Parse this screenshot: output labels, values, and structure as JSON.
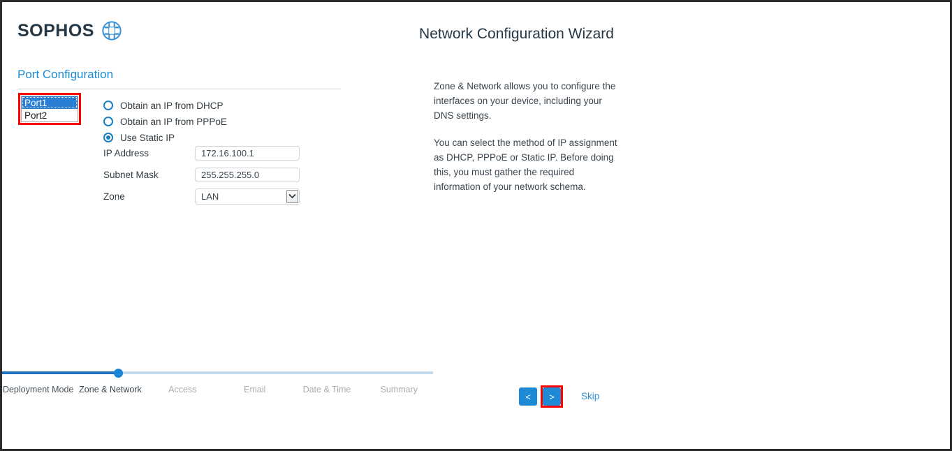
{
  "brand": {
    "name": "SOPHOS",
    "mark": "sophos-globe-icon"
  },
  "header": {
    "title": "Network Configuration Wizard"
  },
  "left_panel": {
    "section_title": "Port Configuration",
    "port_list": {
      "items": [
        "Port1",
        "Port2"
      ],
      "selected_index": 0
    },
    "ip_method": {
      "options": [
        "Obtain an IP from DHCP",
        "Obtain an IP from PPPoE",
        "Use Static IP"
      ],
      "selected_index": 2
    },
    "fields": [
      {
        "label": "IP Address",
        "value": "172.16.100.1",
        "type": "text"
      },
      {
        "label": "Subnet Mask",
        "value": "255.255.255.0",
        "type": "text"
      },
      {
        "label": "Zone",
        "value": "LAN",
        "type": "select"
      }
    ]
  },
  "help": {
    "paragraph1": "Zone & Network allows you to configure the interfaces on your device, including your DNS settings.",
    "paragraph2": "You can select the method of IP assignment as DHCP, PPPoE or Static IP. Before doing this, you must gather the required information of your network schema."
  },
  "progress": {
    "steps": [
      {
        "label": "Deployment Mode",
        "state": "done"
      },
      {
        "label": "Zone & Network",
        "state": "current"
      },
      {
        "label": "Access",
        "state": "upcoming"
      },
      {
        "label": "Email",
        "state": "upcoming"
      },
      {
        "label": "Date & Time",
        "state": "upcoming"
      },
      {
        "label": "Summary",
        "state": "upcoming"
      }
    ],
    "current_step_index": 1,
    "fill_percent": 27
  },
  "footer": {
    "prev_label": "<",
    "next_label": ">",
    "skip_label": "Skip"
  },
  "colors": {
    "accent_blue": "#1a8bd5",
    "button_blue": "#1e8ad6",
    "progress_fill": "#1e6fbd",
    "progress_track": "#c2dced",
    "annotation_red": "#ff0000",
    "selection_blue": "#2a7fd4",
    "text_dark": "#333c42"
  }
}
